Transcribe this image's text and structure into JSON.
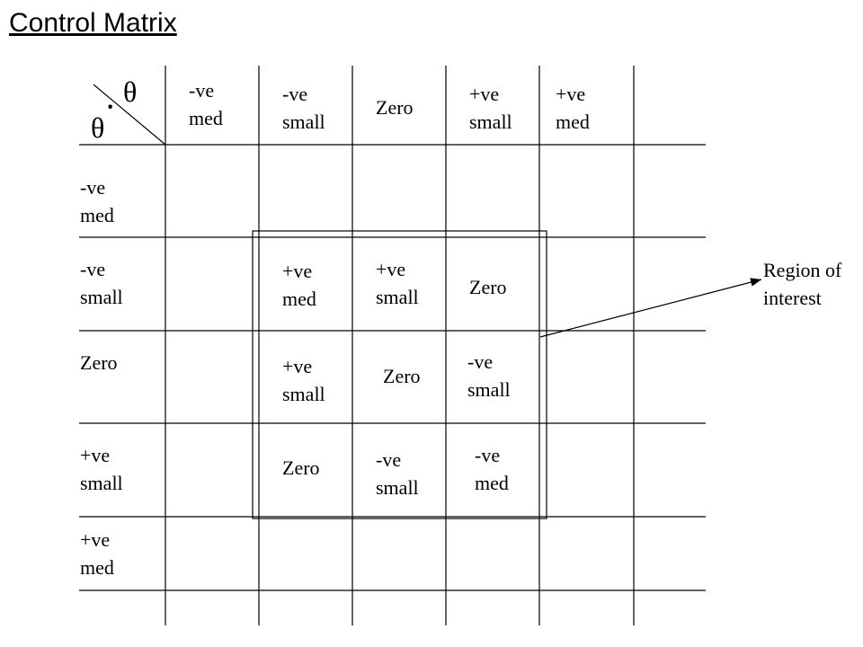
{
  "title": "Control Matrix",
  "axis": {
    "column_symbol": "θ",
    "row_symbol": "θ",
    "row_symbol_dot": "·"
  },
  "columns": [
    "-ve\nmed",
    "-ve\nsmall",
    "Zero",
    "+ve\nsmall",
    "+ve\nmed"
  ],
  "rows": [
    "-ve\nmed",
    "-ve\nsmall",
    "Zero",
    "+ve\nsmall",
    "+ve\nmed"
  ],
  "cells": {
    "r2c2": "+ve\nmed",
    "r2c3": "+ve\nsmall",
    "r2c4": "Zero",
    "r3c2": "+ve\nsmall",
    "r3c3": "Zero",
    "r3c4": "-ve\nsmall",
    "r4c2": "Zero",
    "r4c3": "-ve\nsmall",
    "r4c4": "-ve\nmed"
  },
  "annotation": "Region of\ninterest"
}
